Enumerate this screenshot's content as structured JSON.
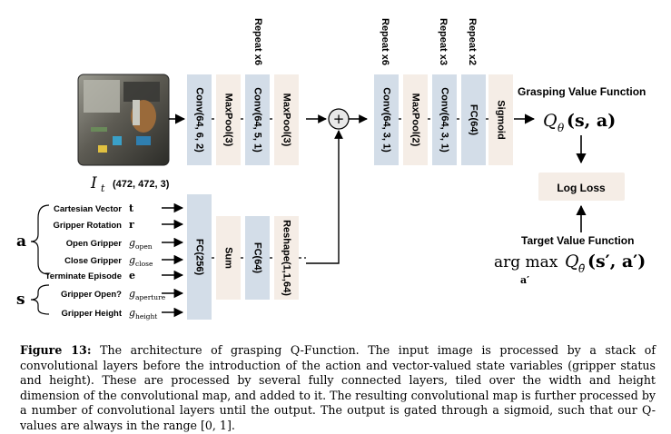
{
  "image_label": {
    "main": "I",
    "sub": "t",
    "dims": "(472, 472, 3)"
  },
  "conv_blocks": [
    {
      "label": "Conv(64, 6, 2)",
      "kind": "blue"
    },
    {
      "label": "MaxPool(3)",
      "kind": "beige"
    },
    {
      "label": "Conv(64, 5, 1)",
      "kind": "blue"
    },
    {
      "label": "MaxPool(3)",
      "kind": "beige"
    },
    {
      "label": "Conv(64, 3, 1)",
      "kind": "blue"
    },
    {
      "label": "MaxPool(2)",
      "kind": "beige"
    },
    {
      "label": "Conv(64, 3, 1)",
      "kind": "blue"
    },
    {
      "label": "FC(64)",
      "kind": "blue"
    },
    {
      "label": "Sigmoid",
      "kind": "beige"
    }
  ],
  "repeats": [
    {
      "label": "Repeat x6"
    },
    {
      "label": "Repeat x6"
    },
    {
      "label": "Repeat x3"
    },
    {
      "label": "Repeat x2"
    }
  ],
  "state_blocks": [
    {
      "label": "FC(256)",
      "kind": "blue"
    },
    {
      "label": "Sum",
      "kind": "beige"
    },
    {
      "label": "FC(64)",
      "kind": "blue"
    },
    {
      "label": "Reshape(1,1,64)",
      "kind": "beige"
    }
  ],
  "sum_symbol": "+",
  "inputs": [
    {
      "name": "Cartesian Vector",
      "symbol": "t"
    },
    {
      "name": "Gripper Rotation",
      "symbol": "r"
    },
    {
      "name": "Open Gripper",
      "symbol": "g",
      "sub": "open"
    },
    {
      "name": "Close Gripper",
      "symbol": "g",
      "sub": "close"
    },
    {
      "name": "Terminate Episode",
      "symbol": "e"
    },
    {
      "name": "Gripper Open?",
      "symbol": "g",
      "sub": "aperture"
    },
    {
      "name": "Gripper Height",
      "symbol": "g",
      "sub": "height"
    }
  ],
  "groups": {
    "action": "a",
    "state": "s"
  },
  "output": {
    "title": "Grasping Value Function",
    "q_sym": "Q",
    "q_sub": "θ",
    "q_args": "(s, a)",
    "loss": "Log Loss",
    "target_title": "Target Value Function",
    "argmax": "arg max",
    "argmax_sub": "a′",
    "target_args": "(s′, a′)"
  },
  "caption": {
    "label": "Figure 13:",
    "text": " The architecture of grasping Q-Function. The input image is processed by a stack of convolutional layers before the introduction of the action and vector-valued state variables (gripper status and height). These are processed by several fully connected layers, tiled over the width and height dimension of the convolutional map, and added to it. The resulting convolutional map is further processed by a number of convolutional layers until the output. The output is gated through a sigmoid, such that our Q-values are always in the range [0, 1]."
  },
  "colors": {
    "blue": "#d3dde8",
    "beige": "#f5ede6",
    "line": "#000000",
    "photo_dark": "#3a3a36",
    "loss_bg": "#f5ede6"
  },
  "icons": [
    "photo-input",
    "sum-node",
    "arrow-icon",
    "brace-icon"
  ]
}
